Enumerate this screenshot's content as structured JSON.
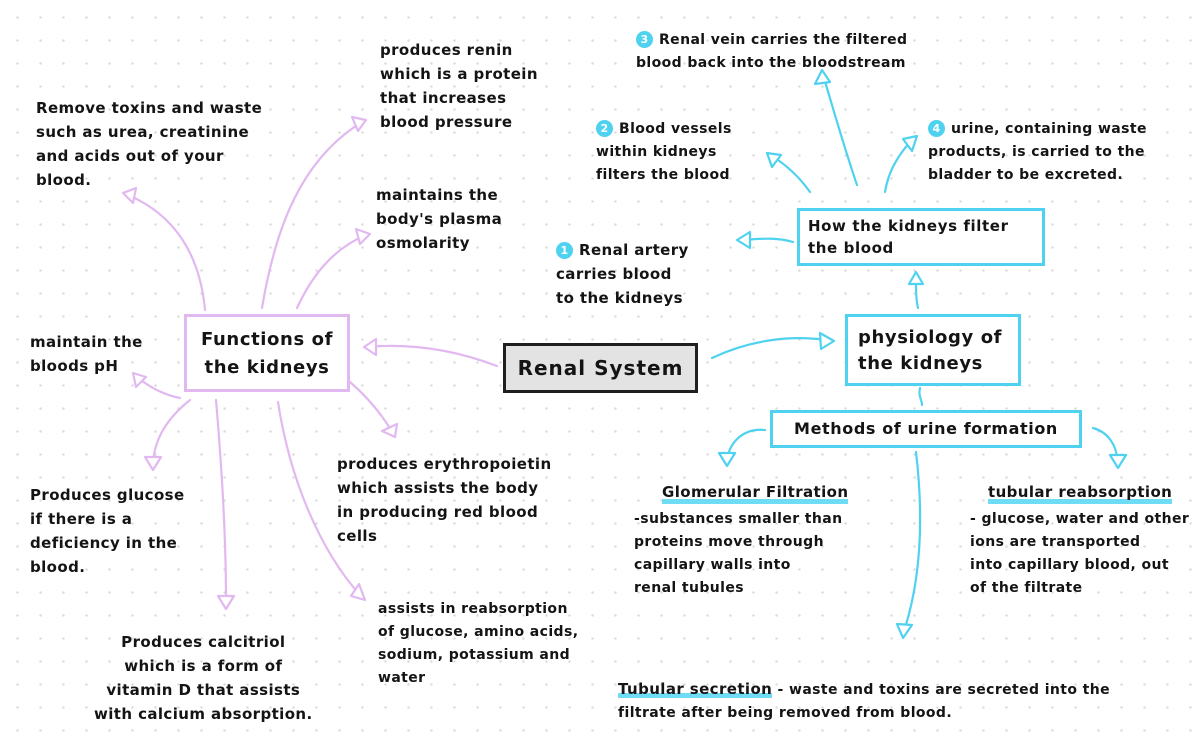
{
  "colors": {
    "purple": "#e2b8f0",
    "cyan": "#4fd2f0",
    "dark": "#1f1f1f",
    "center_fill": "#e3e3e3"
  },
  "center": {
    "label": "Renal System"
  },
  "functions": {
    "title": "Functions of\nthe kidneys",
    "remove_toxins": "Remove toxins and waste\nsuch as urea, creatinine\nand acids out of your\nblood.",
    "renin": "produces renin\nwhich is a protein\nthat increases\nblood pressure",
    "osmolarity": "maintains the\nbody's plasma\nosmolarity",
    "ph": "maintain the\nbloods pH",
    "glucose": "Produces glucose\nif there is a\ndeficiency in the\nblood.",
    "calcitriol": "Produces calcitriol\nwhich is a form of\nvitamin D that assists\nwith calcium absorption.",
    "erythropoietin": "produces erythropoietin\nwhich assists the body\nin producing red blood\ncells",
    "reabsorption": "assists in reabsorption\nof glucose, amino acids,\nsodium, potassium and\nwater"
  },
  "physiology": {
    "title": "physiology of\nthe kidneys",
    "filter_title": "How the kidneys filter\nthe blood",
    "steps": [
      {
        "num": "1",
        "text": "Renal artery\ncarries blood\nto the kidneys"
      },
      {
        "num": "2",
        "text": "Blood vessels\nwithin kidneys\nfilters the blood"
      },
      {
        "num": "3",
        "text": "Renal vein carries the filtered\nblood back into the bloodstream"
      },
      {
        "num": "4",
        "text": "urine, containing waste\nproducts, is carried to the\nbladder to be excreted."
      }
    ],
    "methods_title": "Methods of urine formation",
    "glomerular": {
      "heading": "Glomerular Filtration",
      "text": "-substances smaller than\nproteins move through\ncapillary walls into\nrenal tubules"
    },
    "tubular_reabsorption": {
      "heading": "tubular reabsorption",
      "text": "- glucose, water and other\nions are transported\ninto capillary blood, out\nof the filtrate"
    },
    "tubular_secretion": {
      "heading": "Tubular secretion",
      "text": " - waste and toxins are secreted into the\nfiltrate after being removed from blood."
    }
  }
}
